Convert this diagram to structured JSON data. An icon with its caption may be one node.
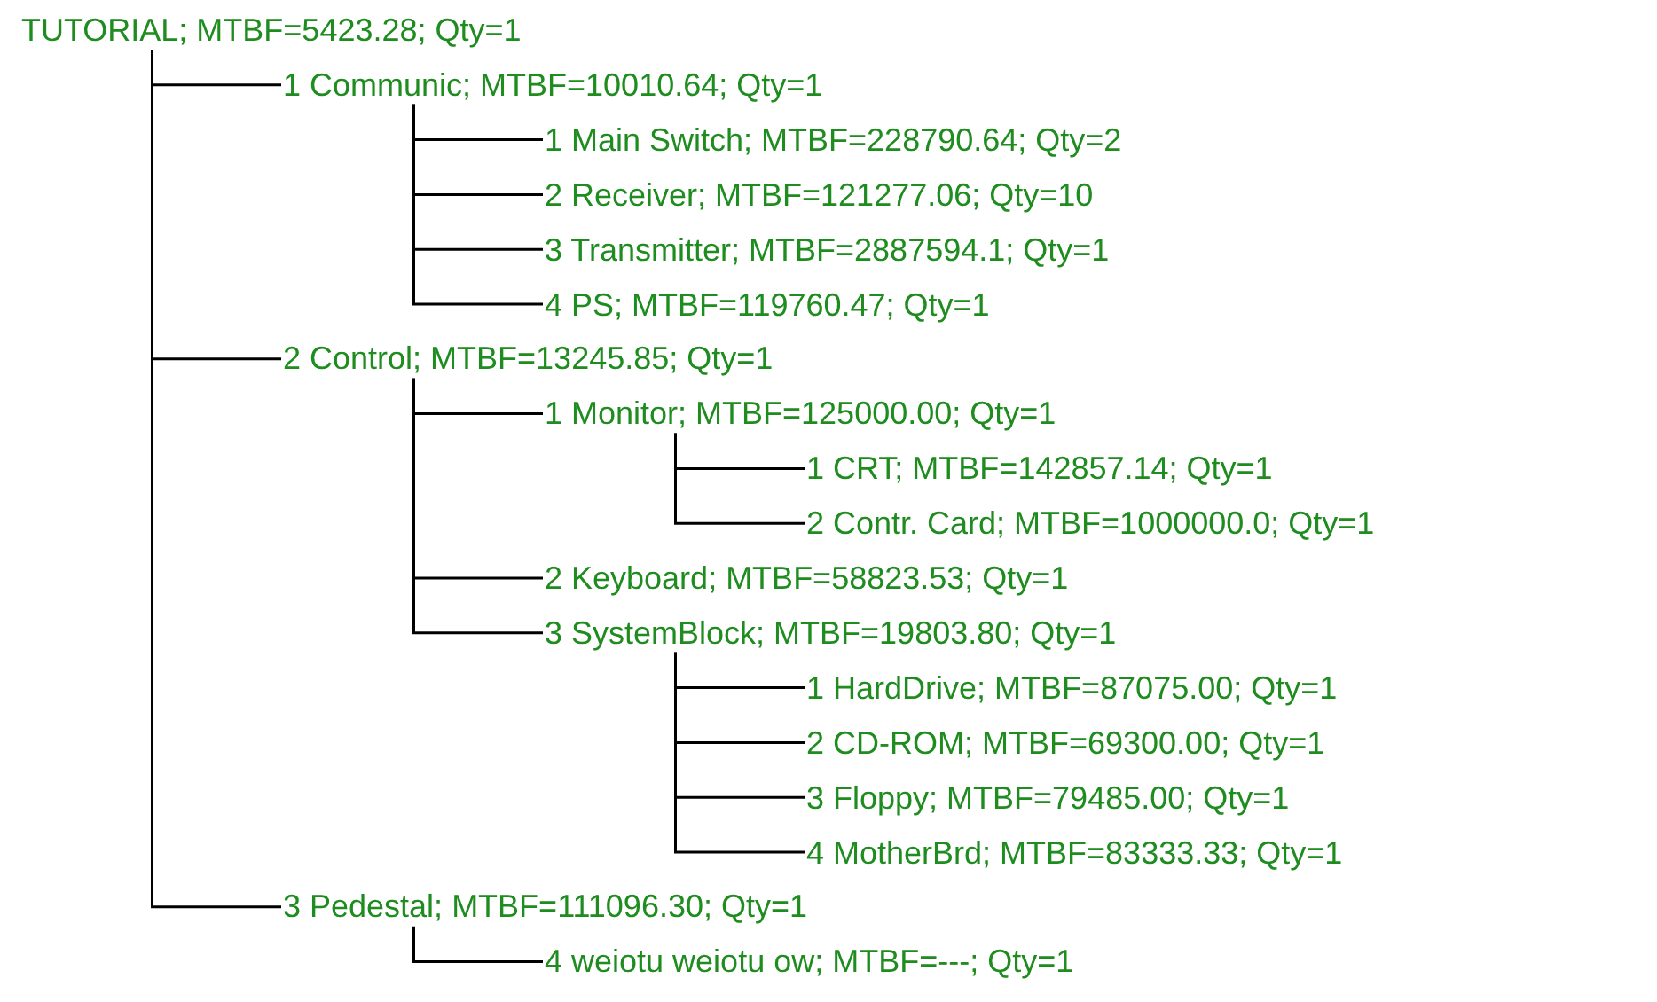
{
  "diagram": {
    "nodes": [
      {
        "text": [
          "TUTORIAL; MTBF=5423.28; Qty=1"
        ]
      },
      {
        "text": [
          "1 Communic; MTBF=10010.64; Qty=1"
        ]
      },
      {
        "text": [
          "1 Main Switch; MTBF=228790.64; Qty=2"
        ]
      },
      {
        "text": [
          "2 Receiver; MTBF=121277.06; Qty=10"
        ]
      },
      {
        "text": [
          "3 Transmitter; MTBF=2887594.1; Qty=1"
        ]
      },
      {
        "text": [
          "4 PS; MTBF=119760.47; Qty=1"
        ]
      },
      {
        "text": [
          "2 Control; MTBF=13245.85; Qty=1"
        ]
      },
      {
        "text": [
          "1 Monitor; MTBF=125000.00; Qty=1"
        ]
      },
      {
        "text": [
          "1 CRT; MTBF=142857.14; Qty=1"
        ]
      },
      {
        "text": [
          "2 Contr. Card; MTBF=1000000.0; Qty=1"
        ]
      },
      {
        "text": [
          "2 Keyboard; MTBF=58823.53; Qty=1"
        ]
      },
      {
        "text": [
          "3 SystemBlock; MTBF=19803.80; Qty=1"
        ]
      },
      {
        "text": [
          "1 HardDrive; MTBF=87075.00; Qty=1"
        ]
      },
      {
        "text": [
          "2 CD-ROM; MTBF=69300.00; Qty=1"
        ]
      },
      {
        "text": [
          "3 Floppy; MTBF=79485.00; Qty=1"
        ]
      },
      {
        "text": [
          "4 MotherBrd; MTBF=83333.33; Qty=1"
        ]
      },
      {
        "text": [
          "3 Pedestal; MTBF=111096.30; Qty=1"
        ]
      },
      {
        "text": [
          "4 weiotu weiotu ow; MTBF=---; Qty=1"
        ]
      }
    ],
    "edges": [
      {
        "from": 0,
        "to": 1,
        "arrow": "none"
      },
      {
        "from": 1,
        "to": 2,
        "arrow": "none"
      },
      {
        "from": 1,
        "to": 3,
        "arrow": "none"
      },
      {
        "from": 1,
        "to": 4,
        "arrow": "none"
      },
      {
        "from": 1,
        "to": 5,
        "arrow": "none"
      },
      {
        "from": 0,
        "to": 6,
        "arrow": "none"
      },
      {
        "from": 6,
        "to": 7,
        "arrow": "none"
      },
      {
        "from": 7,
        "to": 8,
        "arrow": "none"
      },
      {
        "from": 7,
        "to": 9,
        "arrow": "none"
      },
      {
        "from": 6,
        "to": 10,
        "arrow": "none"
      },
      {
        "from": 6,
        "to": 11,
        "arrow": "none"
      },
      {
        "from": 11,
        "to": 12,
        "arrow": "none"
      },
      {
        "from": 11,
        "to": 13,
        "arrow": "none"
      },
      {
        "from": 11,
        "to": 14,
        "arrow": "none"
      },
      {
        "from": 11,
        "to": 15,
        "arrow": "none"
      },
      {
        "from": 0,
        "to": 16,
        "arrow": "none"
      },
      {
        "from": 16,
        "to": 17,
        "arrow": "none"
      }
    ]
  }
}
